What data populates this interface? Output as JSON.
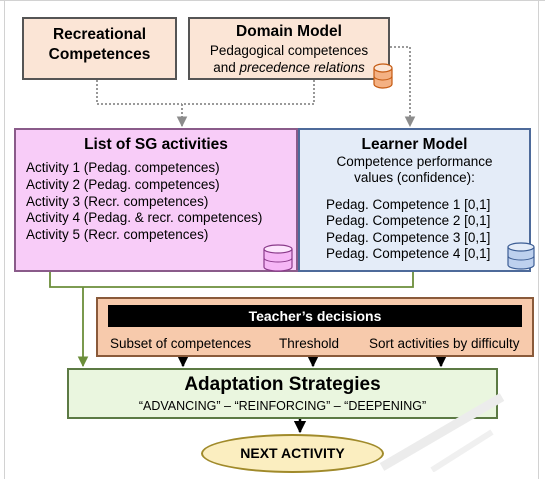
{
  "recreational": {
    "title_line1": "Recreational",
    "title_line2": "Competences"
  },
  "domain_model": {
    "title": "Domain Model",
    "line1": "Pedagogical competences",
    "line2_prefix": "and ",
    "line2_emph": "precedence relations"
  },
  "activities": {
    "title": "List of SG activities",
    "items": [
      "Activity 1 (Pedag. competences)",
      "Activity 2 (Pedag. competences)",
      "Activity 3 (Recr. competences)",
      "Activity 4 (Pedag. & recr. competences)",
      "Activity 5 (Recr. competences)"
    ]
  },
  "learner_model": {
    "title": "Learner Model",
    "line1": "Competence performance",
    "line2": "values (confidence):",
    "items": [
      "Pedag. Competence 1 [0,1]",
      "Pedag. Competence 2 [0,1]",
      "Pedag. Competence 3 [0,1]",
      "Pedag. Competence 4 [0,1]"
    ]
  },
  "teacher": {
    "title": "Teacher’s decisions",
    "options": [
      "Subset of competences",
      "Threshold",
      "Sort activities by difficulty"
    ]
  },
  "adaptation": {
    "title": "Adaptation Strategies",
    "subtitle": "“ADVANCING” – “REINFORCING” – “DEEPENING”"
  },
  "next_activity": "NEXT ACTIVITY",
  "colors": {
    "source_box": "#fbe5d6",
    "activities_box": "#f8ccf8",
    "learner_box": "#e4ecf8",
    "teacher_box": "#f7caac",
    "adaptation_box": "#eaf6df",
    "next_box": "#fbeec0",
    "connector_green": "#6b8e3a"
  }
}
